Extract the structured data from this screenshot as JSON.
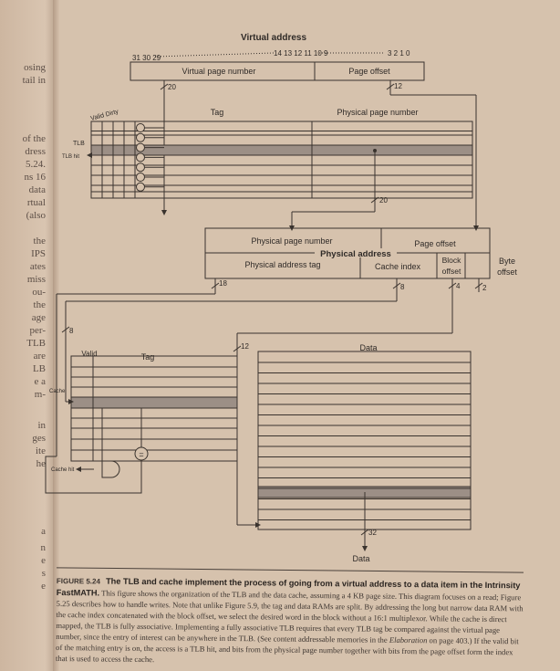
{
  "left_page_fragments": [
    "osing",
    "tail in",
    "of the",
    "dress",
    "5.24.",
    "ns 16",
    "data",
    "rtual",
    "(also",
    "the",
    "IPS",
    "ates",
    "miss",
    "ou-",
    "the",
    "age",
    "per-",
    "TLB",
    "are",
    "LB",
    "e a",
    "m-",
    "in",
    "ges",
    "ite",
    "he",
    "a",
    "n",
    "e",
    "s",
    "e"
  ],
  "diagram": {
    "virtual_address_title": "Virtual address",
    "bit_numbers_left": "31 30 29",
    "bit_numbers_mid": "14 13 12 11 10 9",
    "bit_numbers_right": "3 2 1 0",
    "virtual_page_number": "Virtual page number",
    "page_offset": "Page offset",
    "width_20": "20",
    "width_12": "12",
    "valid_dirty": "Valid Dirty",
    "tlb_tag": "Tag",
    "tlb_ppn": "Physical page number",
    "tlb_label": "TLB",
    "tlb_hit": "TLB hit",
    "comparator": "=",
    "width_20b": "20",
    "pa_ppn": "Physical page number",
    "pa_page_offset": "Page offset",
    "physical_address": "Physical address",
    "pa_tag": "Physical address tag",
    "cache_index": "Cache index",
    "block_offset_1": "Block",
    "block_offset_2": "offset",
    "byte_offset_1": "Byte",
    "byte_offset_2": "offset",
    "width_18": "18",
    "width_8": "8",
    "width_4": "4",
    "width_2": "2",
    "width_8b": "8",
    "width_12b": "12",
    "cache_valid": "Valid",
    "cache_tag": "Tag",
    "cache_label": "Cache",
    "cache_hit": "Cache hit",
    "data_header": "Data",
    "width_32": "32",
    "data_out": "Data"
  },
  "caption": {
    "number": "FIGURE 5.24",
    "title": "The TLB and cache implement the process of going from a virtual address to a data item in the Intrinsity FastMATH.",
    "body": "This figure shows the organization of the TLB and the data cache, assuming a 4 KB page size. This diagram focuses on a read; Figure 5.25 describes how to handle writes. Note that unlike Figure 5.9, the tag and data RAMs are split. By addressing the long but narrow data RAM with the cache index concatenated with the block offset, we select the desired word in the block without a 16:1 multiplexor. While the cache is direct mapped, the TLB is fully associative. Implementing a fully associative TLB requires that every TLB tag be compared against the virtual page number, since the entry of interest can be anywhere in the TLB. (See content addressable memories in the",
    "elaboration": "Elaboration",
    "body_end": "on page 403.) If the valid bit of the matching entry is on, the access is a TLB hit, and bits from the physical page number together with bits from the page offset form the index that is used to access the cache."
  },
  "colors": {
    "paper": "#d6c2ad",
    "highlight": "#9c8f86",
    "ink": "#2f2a27"
  }
}
